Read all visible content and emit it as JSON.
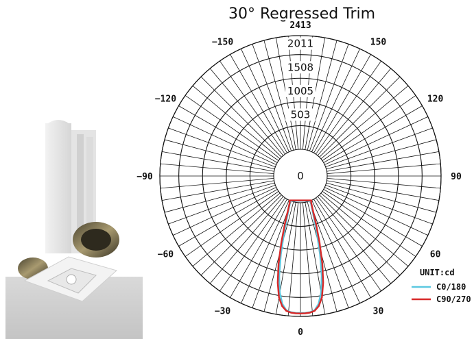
{
  "chart_data": {
    "type": "polar",
    "title": "30° Regressed Trim",
    "unit_label": "UNIT:cd",
    "radial_ticks": [
      "0",
      "503",
      "1005",
      "1508",
      "2011",
      "2413"
    ],
    "radial_values": [
      0,
      503,
      1005,
      1508,
      2011,
      2413
    ],
    "angle_labels": [
      {
        "text": "0",
        "angle": 0
      },
      {
        "text": "30",
        "angle": 30
      },
      {
        "text": "60",
        "angle": 60
      },
      {
        "text": "90",
        "angle": 90
      },
      {
        "text": "120",
        "angle": 120
      },
      {
        "text": "150",
        "angle": 150
      },
      {
        "text": "−150",
        "angle": -150
      },
      {
        "text": "−120",
        "angle": -120
      },
      {
        "text": "−90",
        "angle": -90
      },
      {
        "text": "−60",
        "angle": -60
      },
      {
        "text": "−30",
        "angle": -30
      }
    ],
    "rmax": 2413,
    "series": [
      {
        "name": "C0/180",
        "color": "#5bc8e0",
        "angles": [
          -22,
          -20,
          -18,
          -16,
          -14,
          -12,
          -10,
          -8,
          -6,
          -4,
          -2,
          0,
          2,
          4,
          6,
          8,
          10,
          12,
          14,
          16,
          18,
          20,
          22
        ],
        "values": [
          0,
          130,
          350,
          700,
          1150,
          1600,
          1950,
          2180,
          2300,
          2330,
          2340,
          2340,
          2340,
          2330,
          2300,
          2180,
          1950,
          1600,
          1150,
          700,
          350,
          130,
          0
        ]
      },
      {
        "name": "C90/270",
        "color": "#d82a2a",
        "angles": [
          -24,
          -22,
          -20,
          -18,
          -16,
          -14,
          -12,
          -10,
          -8,
          -6,
          -4,
          -2,
          0,
          2,
          4,
          6,
          8,
          10,
          12,
          14,
          16,
          18,
          20,
          22,
          24
        ],
        "values": [
          0,
          40,
          200,
          500,
          900,
          1350,
          1750,
          2050,
          2220,
          2310,
          2340,
          2350,
          2350,
          2350,
          2340,
          2310,
          2220,
          2050,
          1750,
          1350,
          900,
          500,
          200,
          40,
          0
        ]
      }
    ]
  }
}
